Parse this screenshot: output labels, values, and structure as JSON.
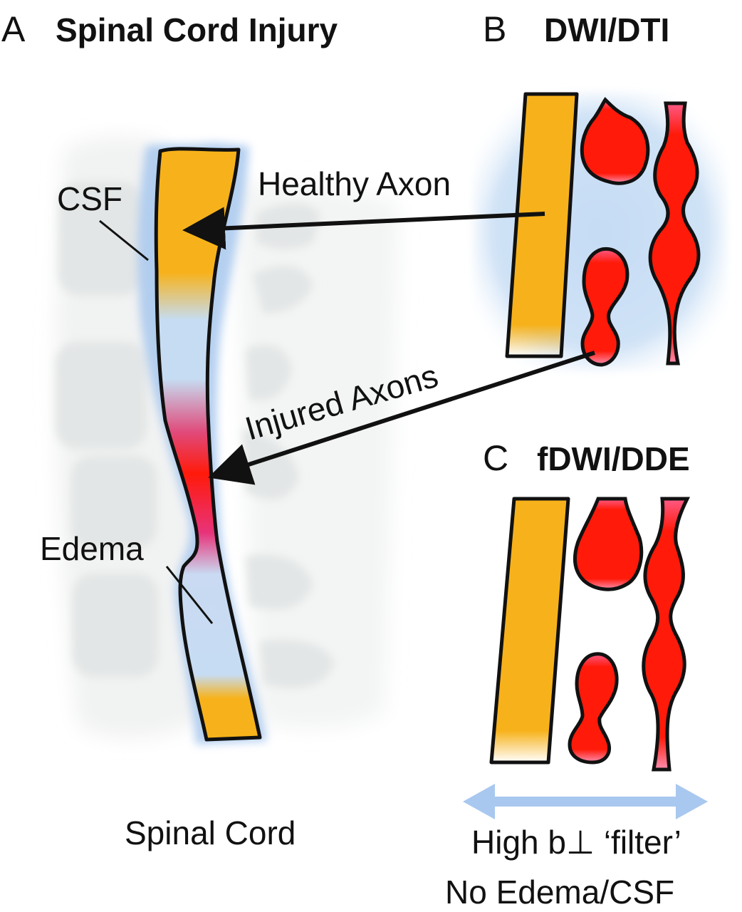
{
  "panel_a": {
    "letter": "A",
    "title": "Spinal Cord Injury",
    "labels": {
      "csf": "CSF",
      "healthy_axon": "Healthy Axon",
      "injured_axons": "Injured Axons",
      "edema": "Edema"
    },
    "caption": "Spinal Cord"
  },
  "panel_b": {
    "letter": "B",
    "title": "DWI/DTI"
  },
  "panel_c": {
    "letter": "C",
    "title": "fDWI/DDE",
    "caption_line1": "High b⊥ ‘filter’",
    "caption_line2": "No Edema/CSF"
  },
  "colors": {
    "healthy_axon": "#f7b21b",
    "injured_axon": "#ff1a0a",
    "csf_edema": "#b9d6f2",
    "vertebra": "#e6e8e8",
    "filter_arrow": "#a9c8ef",
    "outline": "#111111"
  }
}
